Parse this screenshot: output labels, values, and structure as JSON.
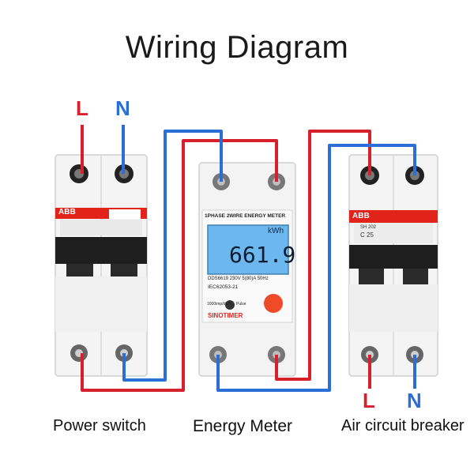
{
  "title": "Wiring Diagram",
  "colors": {
    "live": "#d6202c",
    "neutral": "#2b6fd6",
    "abb": "#e2231a",
    "lcd": "#6cb8ee"
  },
  "labels": {
    "top_left_L": "L",
    "top_left_N": "N",
    "bottom_right_L": "L",
    "bottom_right_N": "N"
  },
  "captions": {
    "power_switch": "Power switch",
    "energy_meter": "Energy Meter",
    "air_circuit_breaker": "Air circuit breaker"
  },
  "power_switch": {
    "brand": "ABB"
  },
  "meter": {
    "header": "1PHASE 2WIRE ENERGY METER",
    "unit": "kWh",
    "reading": "661.9",
    "model_line": "DDS6619   230V   5(80)A   50Hz",
    "standard": "IEC62053-21",
    "impulse": "1000imp/kWh",
    "pulse": "Pulse",
    "brand": "SINOTIMER"
  },
  "breaker": {
    "brand": "ABB",
    "model": "SH 202",
    "rating": "C 25"
  }
}
